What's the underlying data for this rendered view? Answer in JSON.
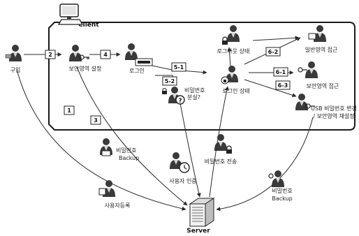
{
  "title": "",
  "colors": {
    "line": "#2a2a2a",
    "frame": "#1a1a1a",
    "figure": "#3a3a3a",
    "skin": "#bdbdbd",
    "paper": "#ffffff"
  },
  "nodes": {
    "client": "Client",
    "server": "Server",
    "purchase": "구입",
    "security_setting": "보안영역 설정",
    "login": "로그인",
    "login_state": "로그인 상태",
    "logout_state": "로그아웃 상태",
    "general_area_access": "일반영역 접근",
    "secure_area_access": "보안영역 접근",
    "usb_reset_line1": "USB 비밀번호 변경",
    "usb_reset_line2": "/ 보안영역 재설정",
    "password_lost_line1": "비밀번호",
    "password_lost_line2": "분실?",
    "user_register": "사용자등록",
    "password_backup_left_line1": "비밀번호",
    "password_backup_left_line2": "Backup",
    "user_auth": "사용자 인증",
    "password_transfer": "비밀번호 전송",
    "password_backup_right_line1": "비밀번호",
    "password_backup_right_line2": "Backup"
  },
  "steps": {
    "s1": "1",
    "s2": "2",
    "s3": "3",
    "s4": "4",
    "s5_1": "5-1",
    "s5_2": "5-2",
    "s6_1": "6-1",
    "s6_2": "6-2",
    "s6_3": "6-3"
  },
  "icons": {
    "client_pc": "computer-icon",
    "server": "server-tower-icon",
    "user": "person-icon",
    "key": "key-icon",
    "question": "question-mark-icon",
    "lock": "lock-icon",
    "clock": "clock-icon"
  }
}
